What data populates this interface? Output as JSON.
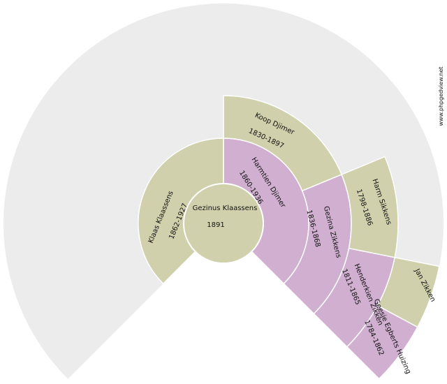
{
  "watermark": "www.phpgedview.net",
  "colors": {
    "background_wedge": "#ececec",
    "male": "#d0d0ac",
    "female": "#d0afd0",
    "separator": "#ffffff"
  },
  "root": {
    "name": "Gezinus Klaassens",
    "dates": "1891",
    "sex": "male"
  },
  "ancestors": [
    {
      "id": "father",
      "name": "Klaas Klaassens",
      "dates": "1862-1927",
      "sex": "male"
    },
    {
      "id": "mother",
      "name": "Harmtien Djimer",
      "dates": "1860-1936",
      "sex": "female"
    },
    {
      "id": "mothers-father",
      "name": "Koop Djimer",
      "dates": "1830-1897",
      "sex": "male"
    },
    {
      "id": "mothers-mother",
      "name": "Gezina Zikkens",
      "dates": "1836-1868",
      "sex": "female"
    },
    {
      "id": "mm-father",
      "name": "Harm Sikkens",
      "dates": "1798-1886",
      "sex": "male"
    },
    {
      "id": "mm-mother",
      "name": "Henderkien Zikken",
      "dates": "1811-1865",
      "sex": "female"
    },
    {
      "id": "mmm-father",
      "name": "Jan Zikken",
      "dates": "",
      "sex": "male"
    },
    {
      "id": "mmm-mother",
      "name": "Geesje Egberts Huizing",
      "dates": "1784-1862",
      "sex": "female"
    }
  ]
}
